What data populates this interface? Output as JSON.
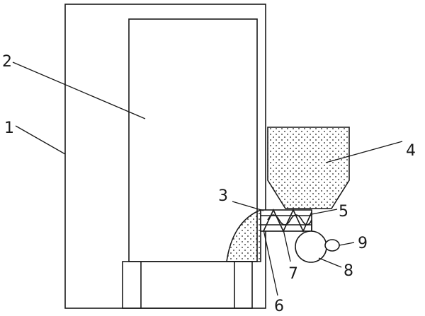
{
  "colors": {
    "line": "#1a1a1a",
    "background": "#ffffff",
    "fill_dots": "#1a1a1a"
  },
  "labels": {
    "l1": "1",
    "l2": "2",
    "l3": "3",
    "l4": "4",
    "l5": "5",
    "l6": "6",
    "l7": "7",
    "l8": "8",
    "l9": "9"
  }
}
